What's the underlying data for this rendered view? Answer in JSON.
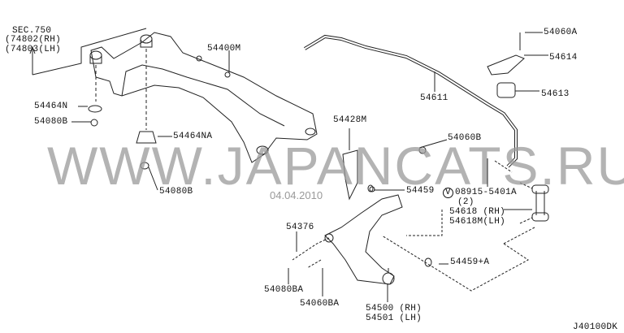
{
  "watermark": "WWW.JAPANCATS.RU",
  "date": "04.04.2010",
  "diagram_code": "J40100DK",
  "labels": {
    "sec": "SEC.750",
    "sec_rh": "(74802(RH)",
    "sec_lh": "(74803(LH)",
    "p54400M": "54400M",
    "p54464N": "54464N",
    "p54080B_1": "54080B",
    "p54464NA": "54464NA",
    "p54080B_2": "54080B",
    "p54428M": "54428M",
    "p54611": "54611",
    "p54060A": "54060A",
    "p54614": "54614",
    "p54613": "54613",
    "p54060B": "54060B",
    "p54459": "54459",
    "p08915": "08915-5401A",
    "p08915_qty": "(2)",
    "v_mark": "V",
    "p54618": "54618 (RH)",
    "p54618M": "54618M(LH)",
    "p54376": "54376",
    "p54459A": "54459+A",
    "p54080BA": "54080BA",
    "p54060BA": "54060BA",
    "p54500": "54500 (RH)",
    "p54501": "54501 (LH)"
  }
}
